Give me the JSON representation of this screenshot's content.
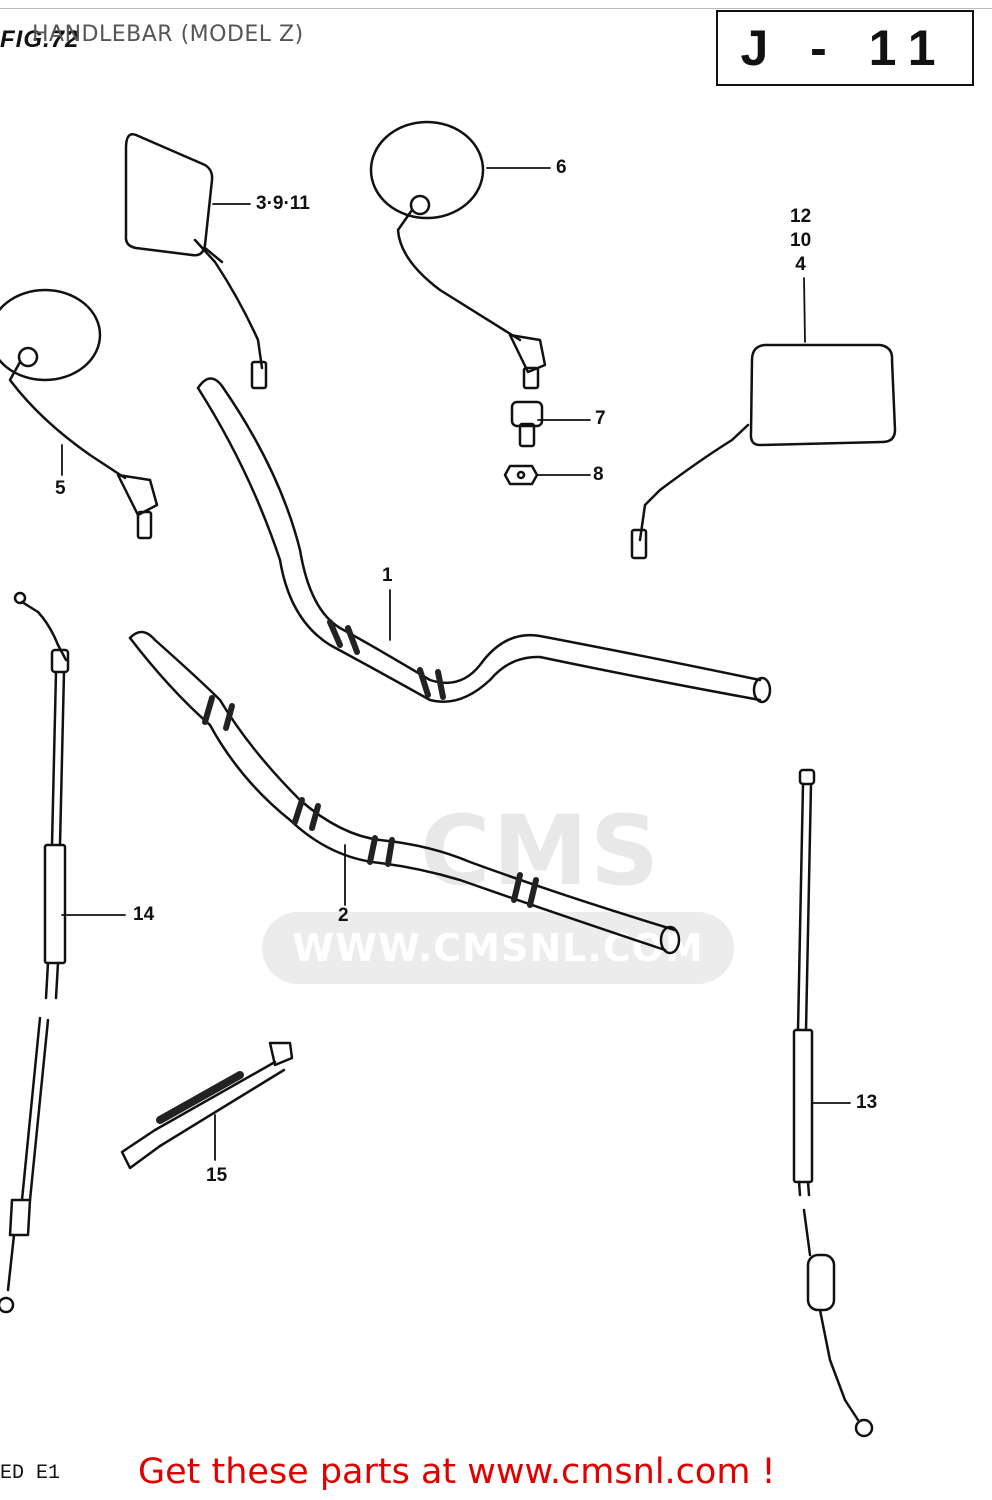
{
  "header": {
    "figure": "FIG.72",
    "title": "HANDLEBAR (MODEL Z)",
    "reference_code": "J - 11"
  },
  "callouts": {
    "p1": "1",
    "p2": "2",
    "p3": "3·9·11",
    "p4": [
      "12",
      "10",
      "4"
    ],
    "p5": "5",
    "p6": "6",
    "p7": "7",
    "p8": "8",
    "p13": "13",
    "p14": "14",
    "p15": "15"
  },
  "watermark": {
    "logo": "CMS",
    "url": "WWW.CMSNL.COM"
  },
  "footer": {
    "code": "ED E1",
    "link_text": "Get these parts at www.cmsnl.com !",
    "link_color": "#e00000"
  }
}
